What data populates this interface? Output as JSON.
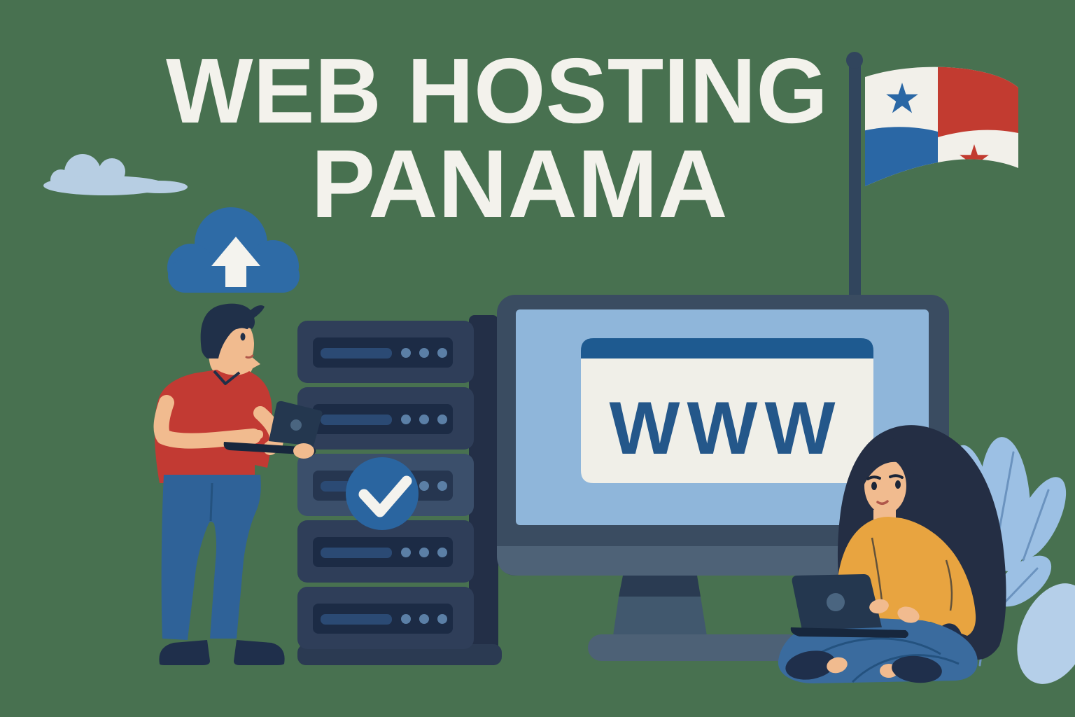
{
  "illustration": {
    "heading": {
      "line1": "WEB HOSTING",
      "line2": "PANAMA"
    },
    "monitor": {
      "browser_label": "WWW"
    },
    "icons": [
      {
        "name": "panama-flag-icon"
      },
      {
        "name": "upload-cloud-icon"
      },
      {
        "name": "upload-arrow-icon"
      },
      {
        "name": "checkmark-badge-icon"
      },
      {
        "name": "cloud-icon"
      },
      {
        "name": "server-rack"
      },
      {
        "name": "desktop-monitor"
      },
      {
        "name": "browser-window"
      },
      {
        "name": "laptop"
      },
      {
        "name": "plant"
      },
      {
        "name": "man-with-laptop"
      },
      {
        "name": "woman-with-laptop"
      }
    ]
  },
  "palette": {
    "bg": "#487150",
    "titleColor": "#f3f2ec",
    "cloudSmall": "#b7cee3",
    "cloudUpload": "#2e6ba6",
    "white": "#f4f3ee",
    "pole": "#31455d",
    "flagWhite": "#f2f0ea",
    "flagRed": "#c23b30",
    "flagBlue": "#2a67a5",
    "rackSide": "#232f47",
    "serverOuter": "#2f3e59",
    "serverOuterLight": "#3b4f6b",
    "serverPanel": "#1c2b45",
    "serverPanelLight": "#263650",
    "serverSlot": "#2b4a74",
    "serverDot": "#5b7fa6",
    "rackBase": "#2b3a52",
    "badgeBlue": "#2a65a0",
    "monitorBezel": "#3a4c61",
    "monitorScreen": "#8fb6da",
    "monitorChin": "#4e6277",
    "neckTop": "#2a3b52",
    "neckBottom": "#41586e",
    "standBase": "#4d6176",
    "browserBar": "#1e5a90",
    "browserBody": "#f0efe8",
    "wwwText": "#24578a",
    "skin": "#f1bb8f",
    "hairMan": "#203049",
    "shirtRed": "#c23a33",
    "jeansMan": "#2f6298",
    "jeansWoman": "#3a6b9e",
    "shoe": "#1f2f4b",
    "laptopDark": "#24374f",
    "laptopEdge": "#17273d",
    "laptopLogo": "#4a6580",
    "sweater": "#e8a440",
    "hairWoman": "#242e44",
    "leaf": "#9cc0e4",
    "leafLight": "#b5cfe9",
    "leafDark": "#7da0c4",
    "leafVein": "#6b93bf",
    "mouthRed": "#b0574a",
    "featureDark": "#1c2638",
    "creaseBlue": "#24527f"
  }
}
